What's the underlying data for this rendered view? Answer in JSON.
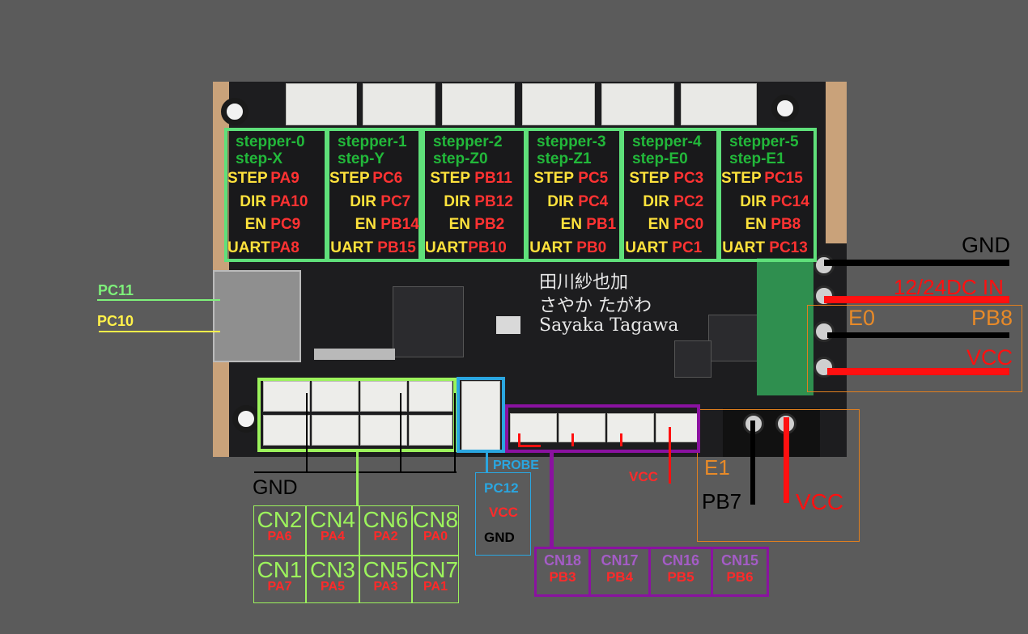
{
  "steppers": [
    {
      "name": "stepper-0",
      "axis": "step-X",
      "pins": [
        {
          "label": "STEP",
          "value": "PA9"
        },
        {
          "label": "DIR",
          "value": "PA10"
        },
        {
          "label": "EN",
          "value": "PC9"
        },
        {
          "label": "UART",
          "value": "PA8"
        }
      ]
    },
    {
      "name": "stepper-1",
      "axis": "step-Y",
      "pins": [
        {
          "label": "STEP",
          "value": "PC6"
        },
        {
          "label": "DIR",
          "value": "PC7"
        },
        {
          "label": "EN",
          "value": "PB14"
        },
        {
          "label": "UART",
          "value": "PB15"
        }
      ]
    },
    {
      "name": "stepper-2",
      "axis": "step-Z0",
      "pins": [
        {
          "label": "STEP",
          "value": "PB11"
        },
        {
          "label": "DIR",
          "value": "PB12"
        },
        {
          "label": "EN",
          "value": "PB2"
        },
        {
          "label": "UART",
          "value": "PB10"
        }
      ]
    },
    {
      "name": "stepper-3",
      "axis": "step-Z1",
      "pins": [
        {
          "label": "STEP",
          "value": "PC5"
        },
        {
          "label": "DIR",
          "value": "PC4"
        },
        {
          "label": "EN",
          "value": "PB1"
        },
        {
          "label": "UART",
          "value": "PB0"
        }
      ]
    },
    {
      "name": "stepper-4",
      "axis": "step-E0",
      "pins": [
        {
          "label": "STEP",
          "value": "PC3"
        },
        {
          "label": "DIR",
          "value": "PC2"
        },
        {
          "label": "EN",
          "value": "PC0"
        },
        {
          "label": "UART",
          "value": "PC1"
        }
      ]
    },
    {
      "name": "stepper-5",
      "axis": "step-E1",
      "pins": [
        {
          "label": "STEP",
          "value": "PC15"
        },
        {
          "label": "DIR",
          "value": "PC14"
        },
        {
          "label": "EN",
          "value": "PB8"
        },
        {
          "label": "UART",
          "value": "PC13"
        }
      ]
    }
  ],
  "usb": {
    "line1": "PC11",
    "line2": "PC10"
  },
  "power": {
    "gnd": "GND",
    "input": "12/24DC IN",
    "vcc": "VCC"
  },
  "e0": {
    "name": "E0",
    "pin": "PB8",
    "vcc": "VCC"
  },
  "e1": {
    "name": "E1",
    "pin": "PB7",
    "vcc": "VCC"
  },
  "silkscreen": {
    "line1": "田川紗也加",
    "line2": "さやか たがわ",
    "line3": "Sayaka Tagawa"
  },
  "endstops": {
    "gnd": "GND",
    "top": [
      {
        "name": "CN2",
        "pin": "PA6"
      },
      {
        "name": "CN4",
        "pin": "PA4"
      },
      {
        "name": "CN6",
        "pin": "PA2"
      },
      {
        "name": "CN8",
        "pin": "PA0"
      }
    ],
    "bottom": [
      {
        "name": "CN1",
        "pin": "PA7"
      },
      {
        "name": "CN3",
        "pin": "PA5"
      },
      {
        "name": "CN5",
        "pin": "PA3"
      },
      {
        "name": "CN7",
        "pin": "PA1"
      }
    ]
  },
  "probe": {
    "title": "PROBE",
    "signal": "PC12",
    "vcc": "VCC",
    "gnd": "GND"
  },
  "fans": {
    "vcc": "VCC",
    "items": [
      {
        "name": "CN18",
        "pin": "PB3"
      },
      {
        "name": "CN17",
        "pin": "PB4"
      },
      {
        "name": "CN16",
        "pin": "PB5"
      },
      {
        "name": "CN15",
        "pin": "PB6"
      }
    ]
  },
  "colors": {
    "background": "#5b5b5b",
    "stepper_box": "#5fe07a",
    "endstop": "#9cf35c",
    "probe": "#2aa6e0",
    "fan": "#8a12a0",
    "e_outline": "#e07f1f",
    "pin_red": "#ff2a2a",
    "pin_yellow": "#ffe23c"
  }
}
